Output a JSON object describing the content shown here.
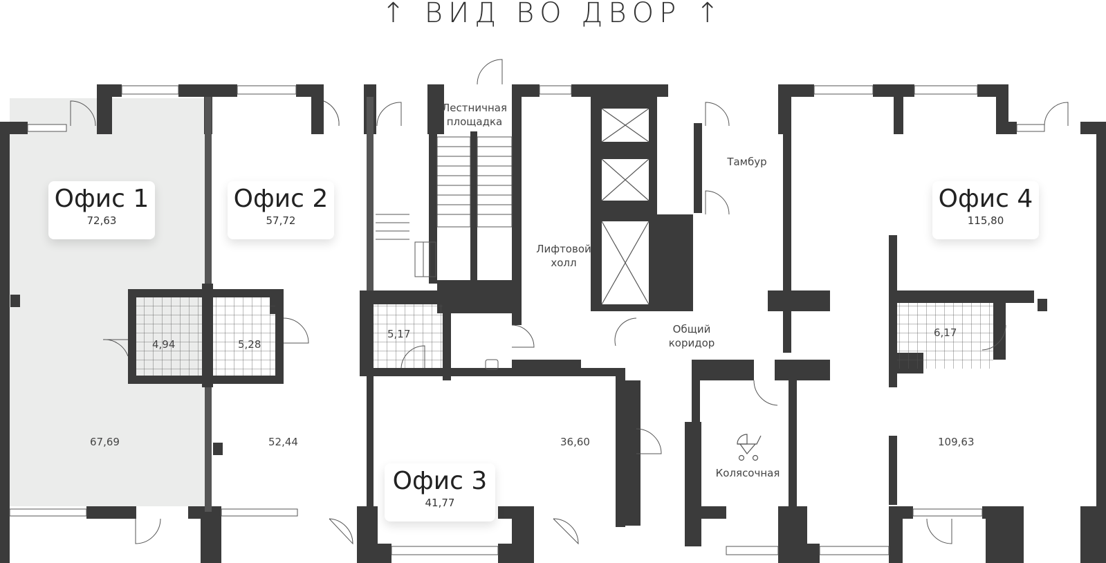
{
  "heading": "↑ ВИД ВО ДВОР ↑",
  "offices": [
    {
      "name": "Офис 1",
      "area": "72,63"
    },
    {
      "name": "Офис 2",
      "area": "57,72"
    },
    {
      "name": "Офис 3",
      "area": "41,77"
    },
    {
      "name": "Офис 4",
      "area": "115,80"
    }
  ],
  "rooms": {
    "stair": "Лестничная площадка",
    "lift_hall": "Лифтовой холл",
    "vestibule": "Тамбур",
    "corridor": "Общий коридор",
    "stroller": "Колясочная"
  },
  "areas": {
    "o1_wc": "4,94",
    "o2_wc": "5,28",
    "o3_wc": "5,17",
    "o4_wc": "6,17",
    "o1_main": "67,69",
    "o2_main": "52,44",
    "o3_main": "36,60",
    "o4_main": "109,63"
  },
  "colors": {
    "wall": "#3b3b3b",
    "office1_fill": "#ebeceb",
    "line": "#555555"
  }
}
